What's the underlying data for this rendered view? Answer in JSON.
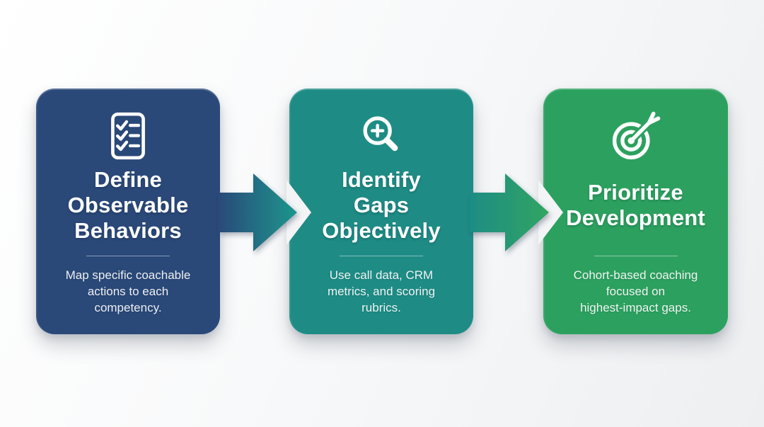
{
  "page": {
    "background_start": "#ffffff",
    "background_end": "#edeff1",
    "notch_color": "#f3f4f6"
  },
  "steps": [
    {
      "id": "define-observable-behaviors",
      "icon": "checklist-icon",
      "title": "Define\nObservable\nBehaviors",
      "description": "Map specific coachable\nactions to each\ncompetency.",
      "card_color": "#2a4979",
      "text_color": "#ffffff"
    },
    {
      "id": "identify-gaps-objectively",
      "icon": "magnifier-plus-icon",
      "title": "Identify\nGaps\nObjectively",
      "description": "Use call data, CRM\nmetrics, and scoring\nrubrics.",
      "card_color": "#1e8c85",
      "text_color": "#ffffff"
    },
    {
      "id": "prioritize-development",
      "icon": "target-arrow-icon",
      "title": "Prioritize\nDevelopment",
      "description": "Cohort-based coaching\nfocused on\nhighest-impact gaps.",
      "card_color": "#2ca15f",
      "text_color": "#ffffff"
    }
  ],
  "connectors": [
    {
      "name": "arrow-1",
      "from": "define-observable-behaviors",
      "to": "identify-gaps-objectively",
      "gradient_start": "#2a4979",
      "gradient_end": "#1d968d"
    },
    {
      "name": "arrow-2",
      "from": "identify-gaps-objectively",
      "to": "prioritize-development",
      "gradient_start": "#1e8c85",
      "gradient_end": "#31a561"
    }
  ]
}
